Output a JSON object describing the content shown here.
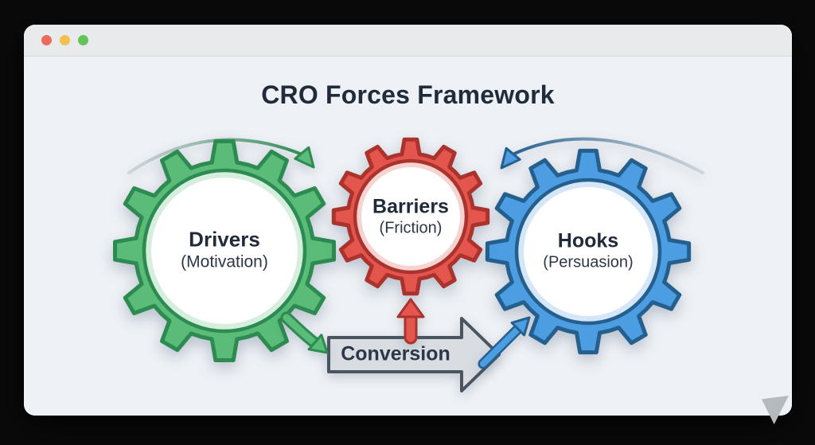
{
  "window": {
    "traffic_lights": {
      "close": "#ed6a5e",
      "minimize": "#f4bf4f",
      "zoom": "#61c454"
    }
  },
  "diagram": {
    "title": "CRO Forces Framework",
    "text_color": "#202c3a",
    "gears": [
      {
        "id": "drivers",
        "label": "Drivers",
        "sublabel": "(Motivation)",
        "fill": "#5abc78",
        "stroke": "#2d8b52",
        "ring": "#d5eedd",
        "rotation_arrow": "clockwise"
      },
      {
        "id": "barriers",
        "label": "Barriers",
        "sublabel": "(Friction)",
        "fill": "#e3554d",
        "stroke": "#aa332e",
        "ring": "#f6d3d0"
      },
      {
        "id": "hooks",
        "label": "Hooks",
        "sublabel": "(Persuasion)",
        "fill": "#4d9de2",
        "stroke": "#255f8d",
        "ring": "#d4e6f8",
        "rotation_arrow": "counterclockwise"
      }
    ],
    "conversion_arrow": {
      "label": "Conversion",
      "fill": "#d9dde2",
      "stroke": "#4a5560",
      "text_color": "#2b3748"
    },
    "flow_arrows": [
      {
        "id": "drivers-to-conversion",
        "from": "drivers",
        "to": "conversion",
        "gear": 0
      },
      {
        "id": "barriers-to-conversion",
        "from": "conversion",
        "to": "barriers",
        "gear": 1
      },
      {
        "id": "conversion-to-hooks",
        "from": "conversion",
        "to": "hooks",
        "gear": 2
      }
    ],
    "neutral_arc_gray": "#c6ccd3"
  }
}
